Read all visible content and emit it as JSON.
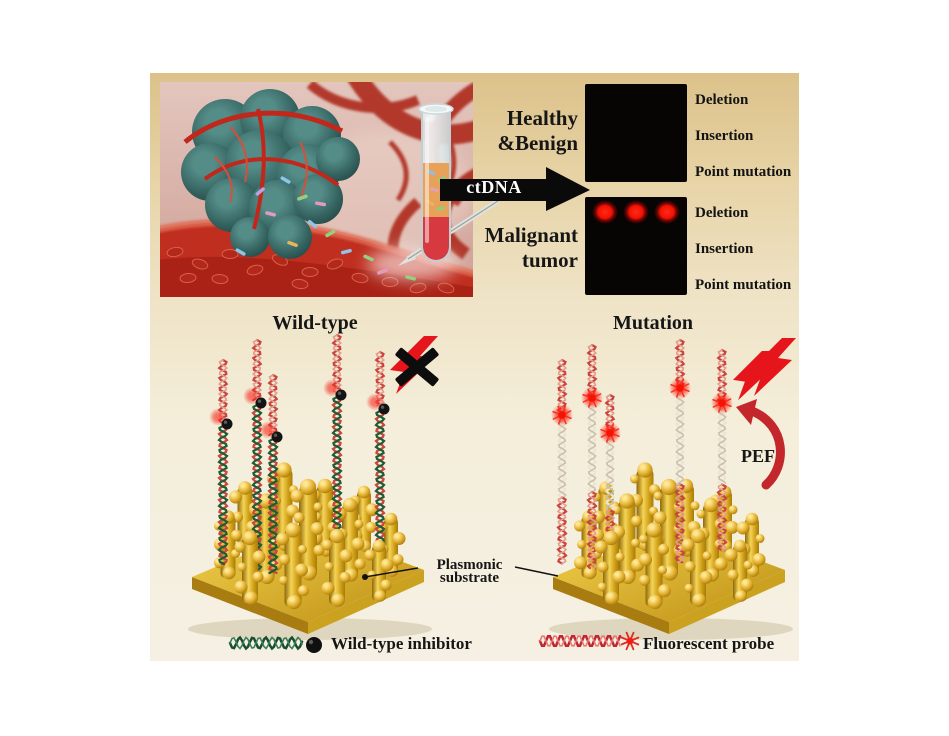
{
  "figure": {
    "sample_flow": {
      "arrow_label": "ctDNA",
      "healthy": {
        "title_line1": "Healthy",
        "title_line2": "&Benign",
        "rows": [
          "Deletion",
          "Insertion",
          "Point mutation"
        ]
      },
      "malignant": {
        "title_line1": "Malignant",
        "title_line2": "tumor",
        "rows": [
          "Deletion",
          "Insertion",
          "Point mutation"
        ],
        "signal_row": "Deletion",
        "signal_dots": 3
      }
    },
    "scenes": {
      "wild_type": {
        "title": "Wild-type"
      },
      "mutation": {
        "title": "Mutation",
        "effect_label": "PEF"
      }
    },
    "substrate_label_line1": "Plasmonic",
    "substrate_label_line2": "substrate",
    "legend": {
      "wild_type_inhibitor": "Wild-type inhibitor",
      "fluorescent_probe": "Fluorescent probe"
    },
    "colors": {
      "background_top": "#dcc189",
      "background_bottom": "#f5f0e3",
      "panel_black": "#070404",
      "signal_red": "#f41104",
      "gold": "#d9a91f",
      "probe_red": "#c8463e",
      "inhibitor_green": "#1e5c36",
      "lightning_red": "#e6151b"
    }
  }
}
